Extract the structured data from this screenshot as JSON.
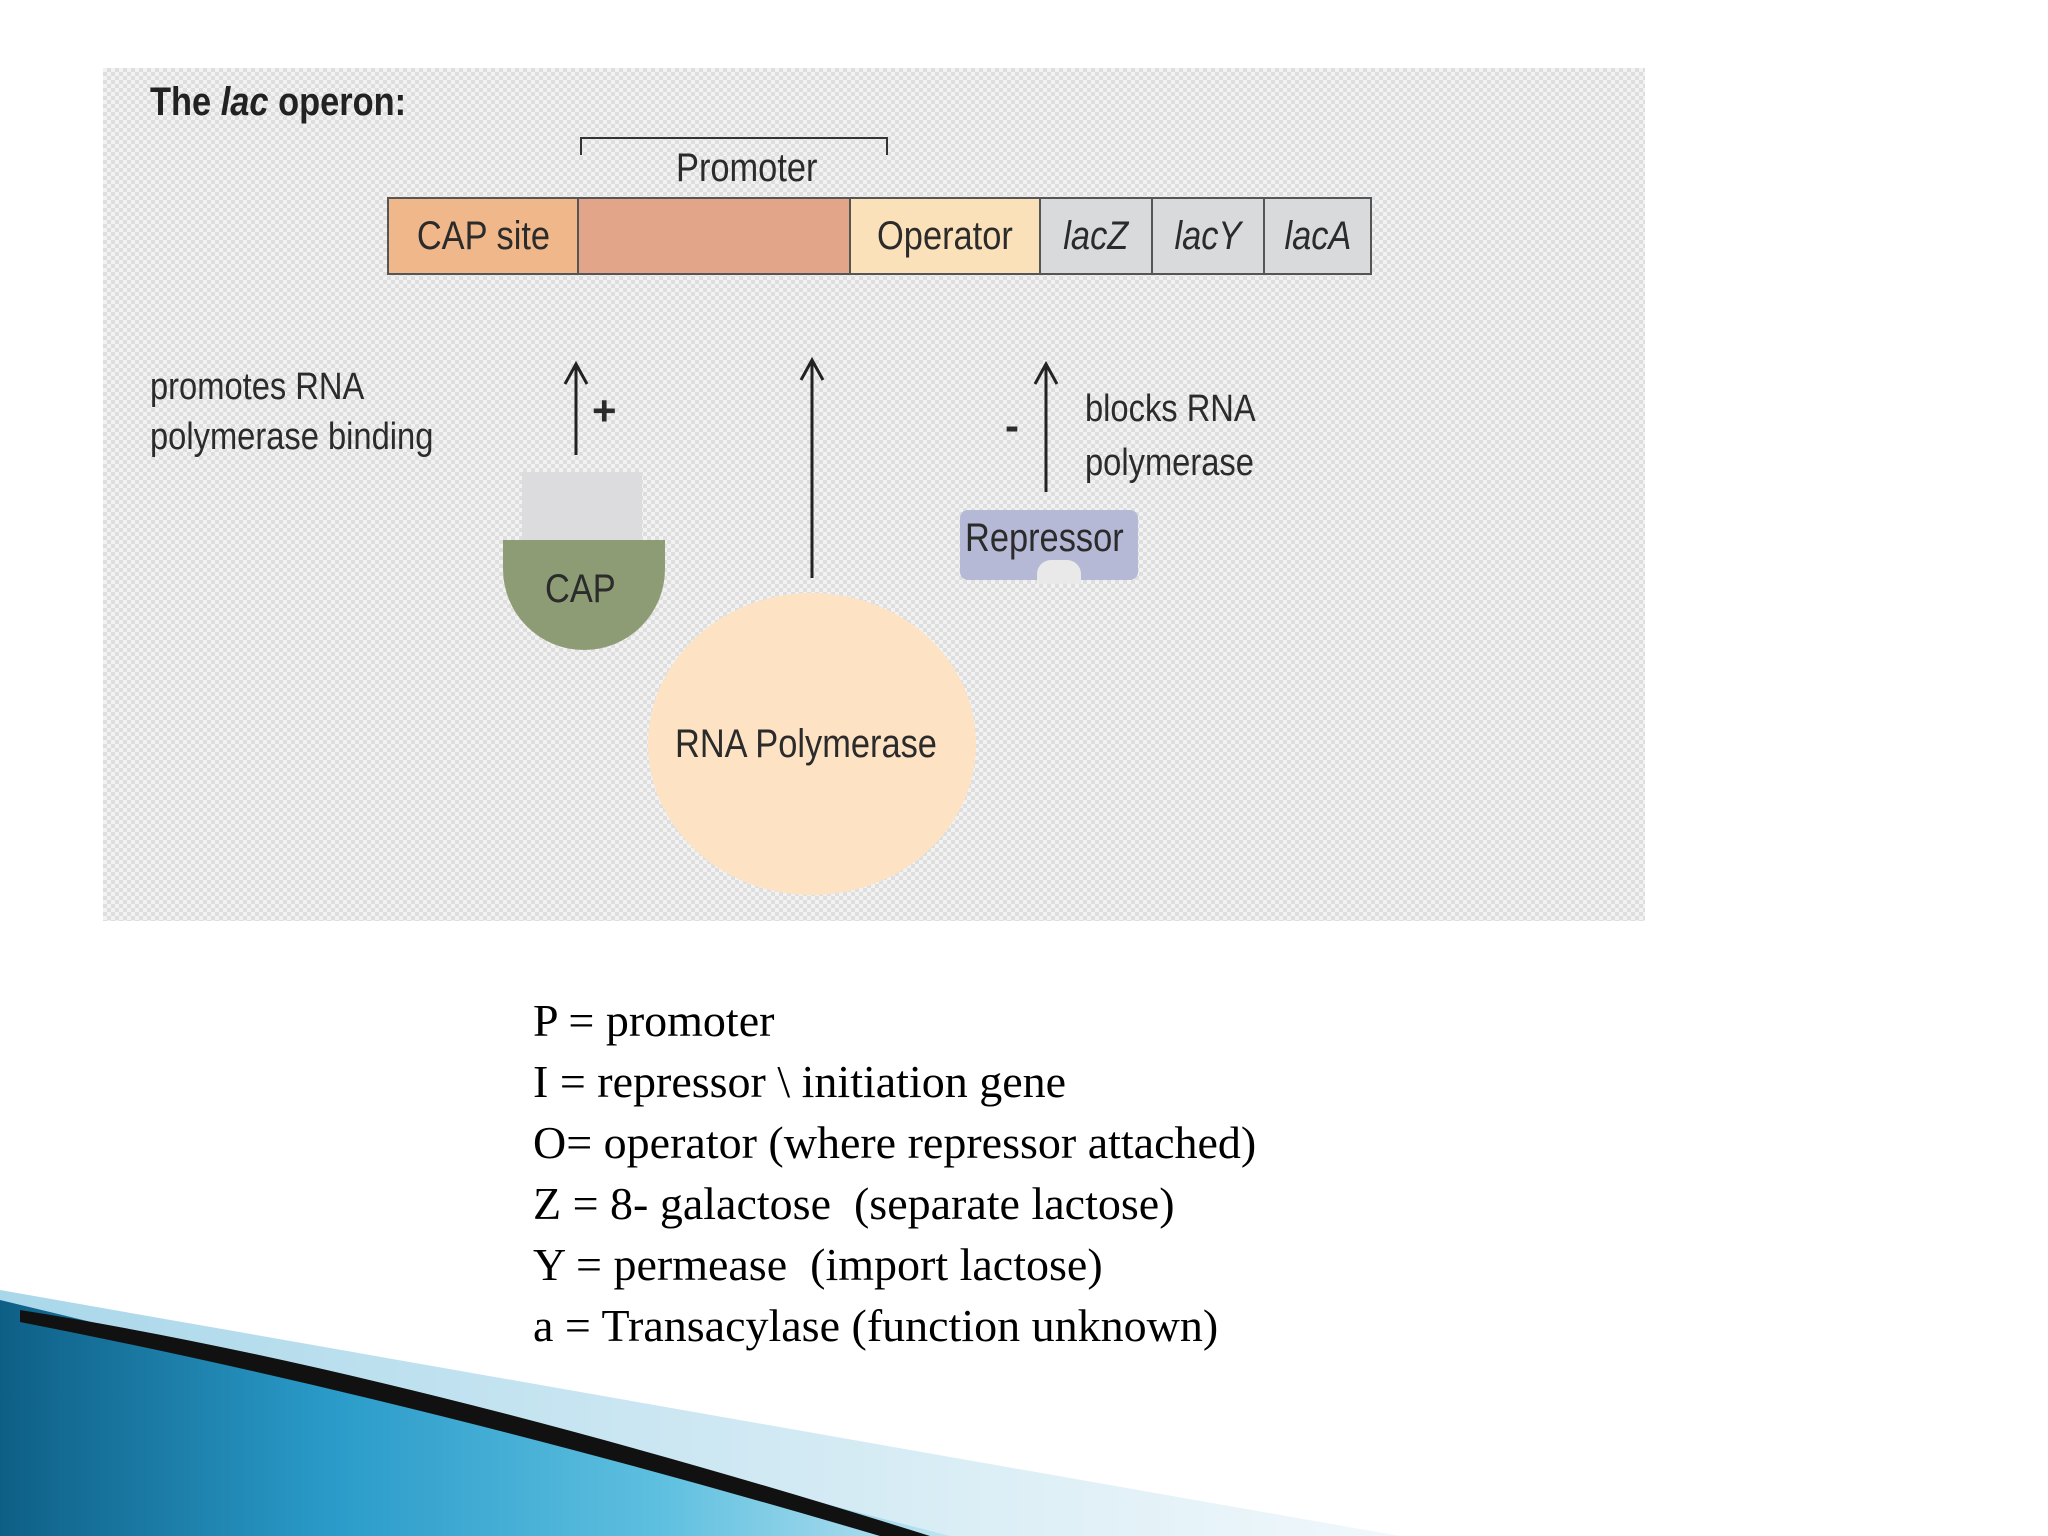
{
  "diagram": {
    "title_prefix": "The ",
    "title_italic": "lac",
    "title_suffix": " operon:",
    "promoter_label": "Promoter",
    "segments": {
      "cap_site": "CAP site",
      "promoter": "",
      "operator": "Operator",
      "lacZ": "lacZ",
      "lacY": "lacY",
      "lacA": "lacA"
    },
    "cap_effect_line1": "promotes RNA",
    "cap_effect_line2": "polymerase binding",
    "cap_sign": "+",
    "repressor_sign": "-",
    "repressor_effect_line1": "blocks RNA",
    "repressor_effect_line2": "polymerase",
    "cap_label": "CAP",
    "repressor_label": "Repressor",
    "rnap_label": "RNA Polymerase"
  },
  "legend": [
    "P = promoter",
    "I = repressor \\ initiation gene",
    "O= operator (where repressor attached)",
    "Z = 8- galactose  (separate lactose)",
    "Y = permease  (import lactose)",
    "a = Transacylase (function unknown)"
  ],
  "colors": {
    "cap_site": "#f0b88a",
    "promoter": "#e2a58a",
    "operator": "#fbe1ba",
    "genes": "#d8dadc",
    "cap_protein": "#8e9c75",
    "repressor": "#b5b9d6",
    "rna_polymerase": "#fde2c3",
    "decor_blue": "#1a7fae"
  }
}
